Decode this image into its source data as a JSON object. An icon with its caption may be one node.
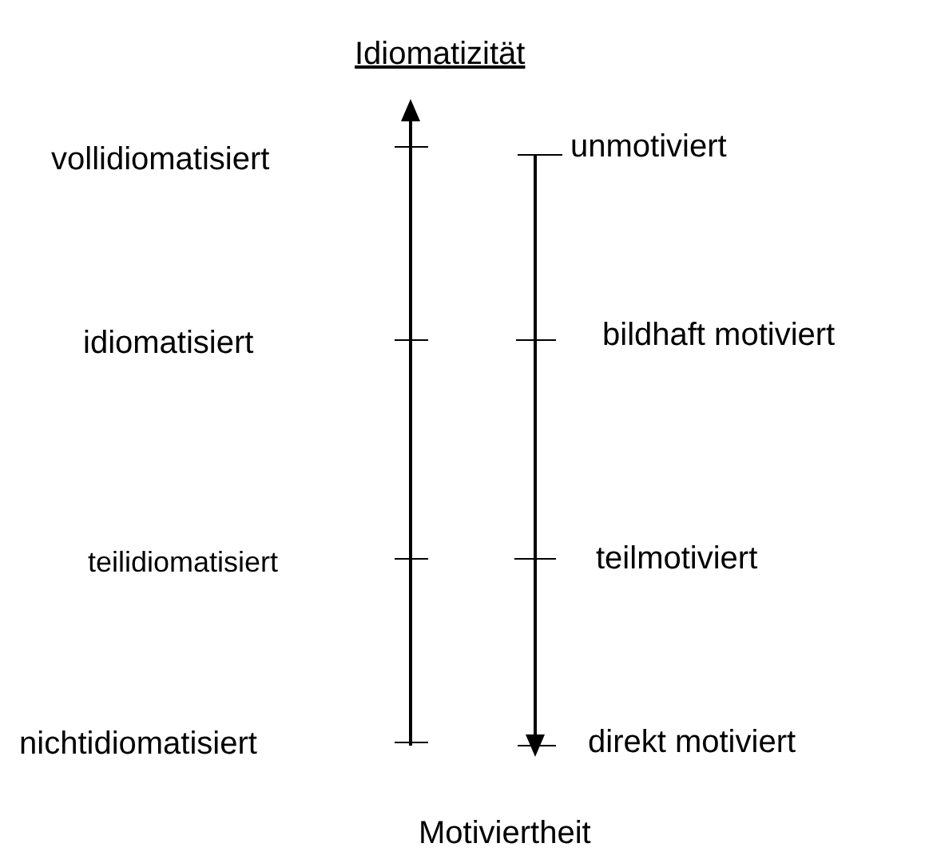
{
  "diagram": {
    "labels": [
      "Idiomatizität",
      "vollidiomatisiert",
      "unmotiviert",
      "idiomatisiert",
      "bildhaft motiviert",
      "teilidiomatisiert",
      "teilmotiviert",
      "nichtidiomatisiert",
      "direkt motiviert",
      "Motiviertheit"
    ]
  }
}
